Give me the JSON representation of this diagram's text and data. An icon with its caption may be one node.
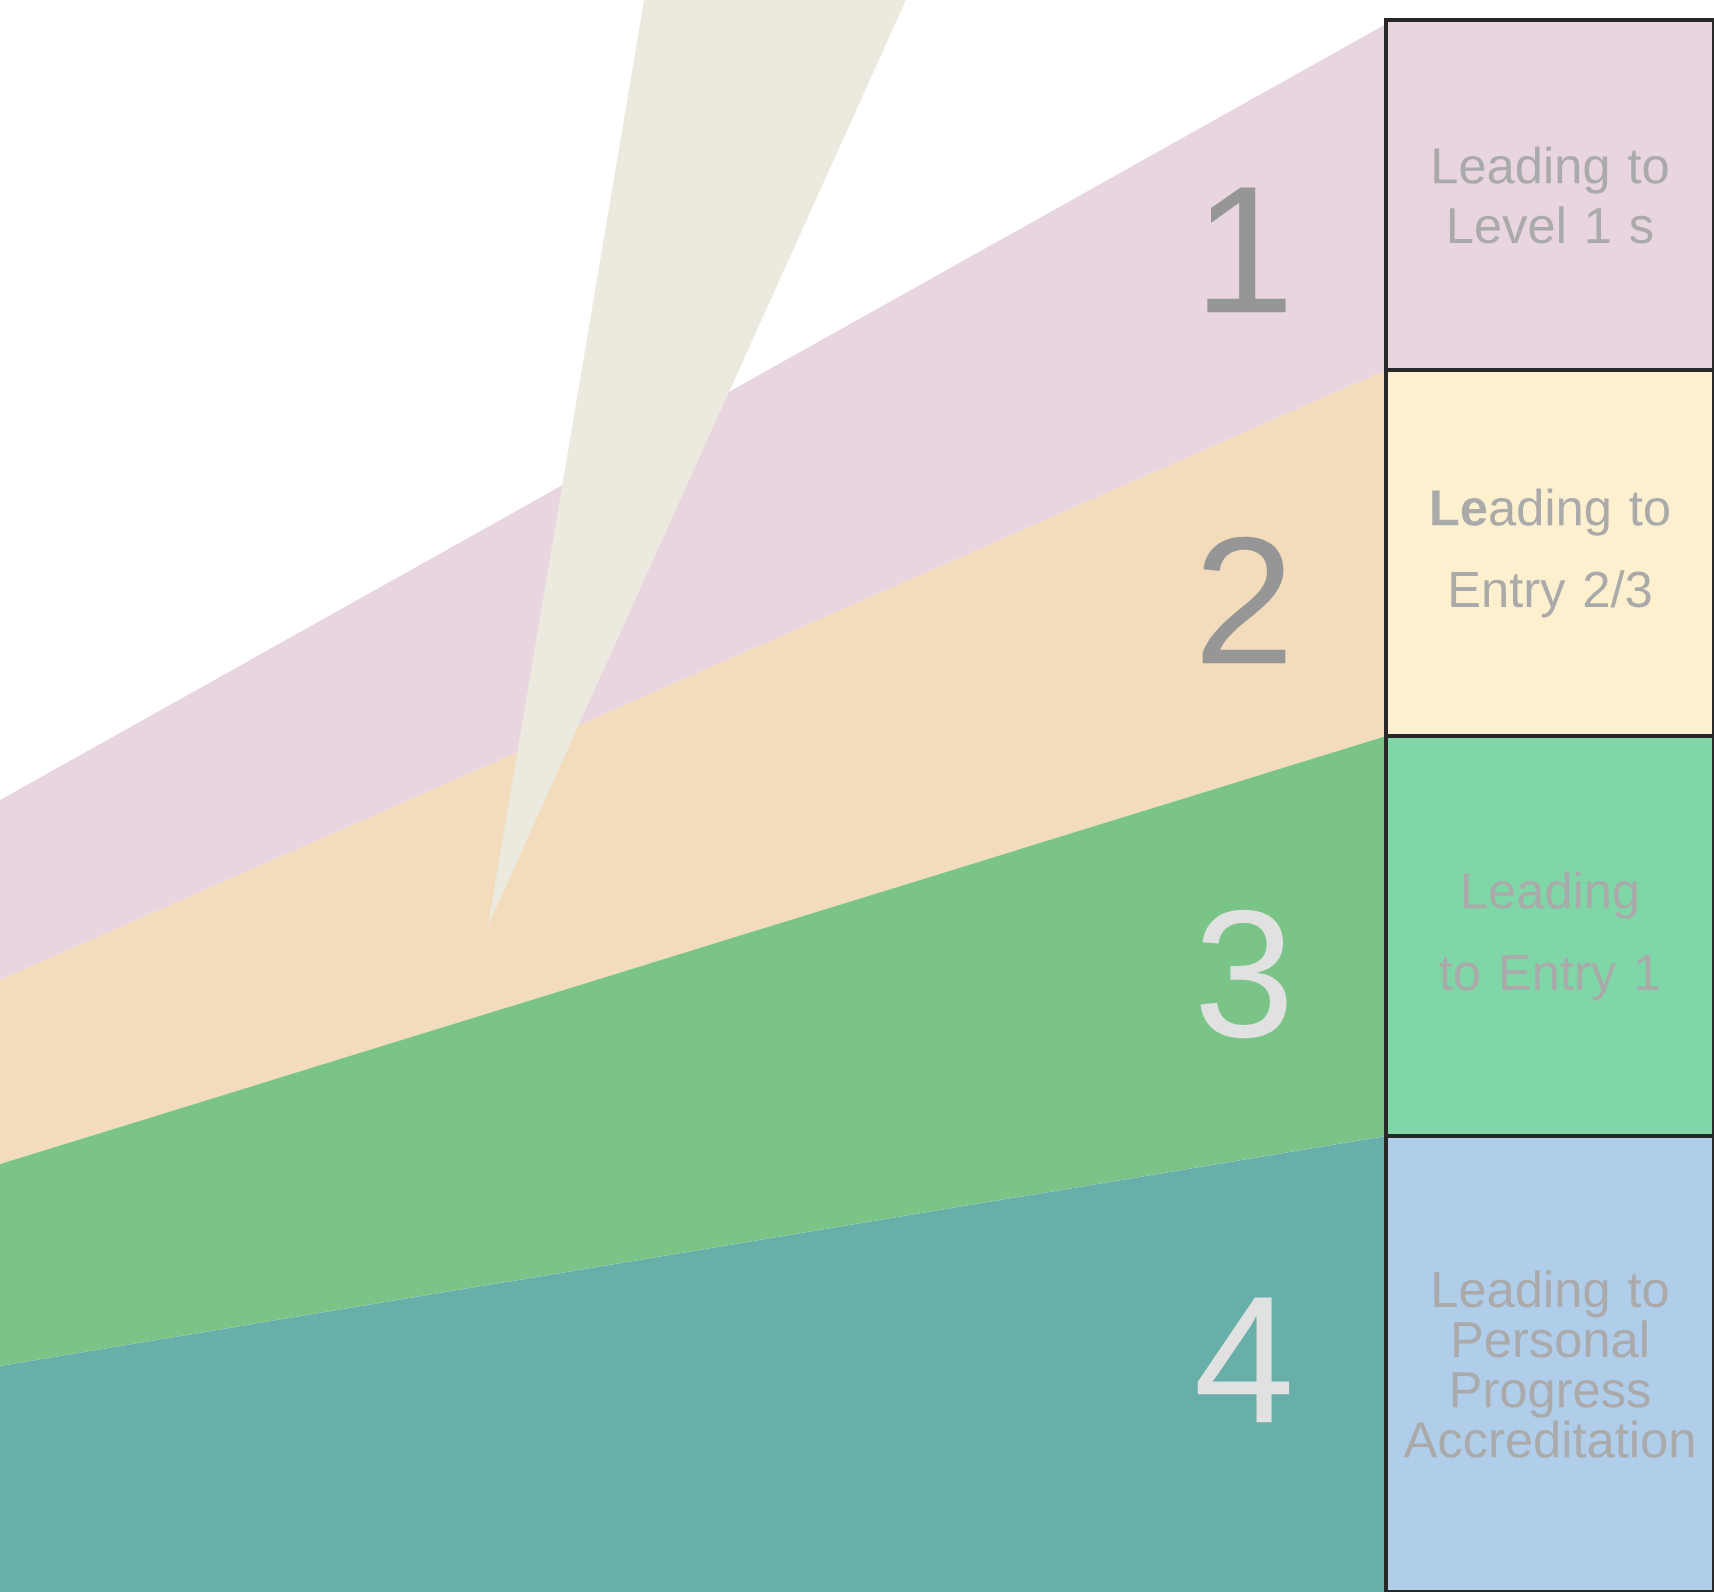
{
  "diagram": {
    "nodes": [
      {
        "text": [
          "1"
        ]
      },
      {
        "text": [
          "Leading to Level 1 s"
        ]
      },
      {
        "text": [
          "2"
        ]
      },
      {
        "text": [
          "**Le**ading to Entry 2/3"
        ]
      },
      {
        "text": [
          "3"
        ]
      },
      {
        "text": [
          "Leading to Entry 1"
        ]
      },
      {
        "text": [
          "4"
        ]
      },
      {
        "text": [
          "Leading to Personal Progress Accreditation"
        ]
      }
    ]
  }
}
